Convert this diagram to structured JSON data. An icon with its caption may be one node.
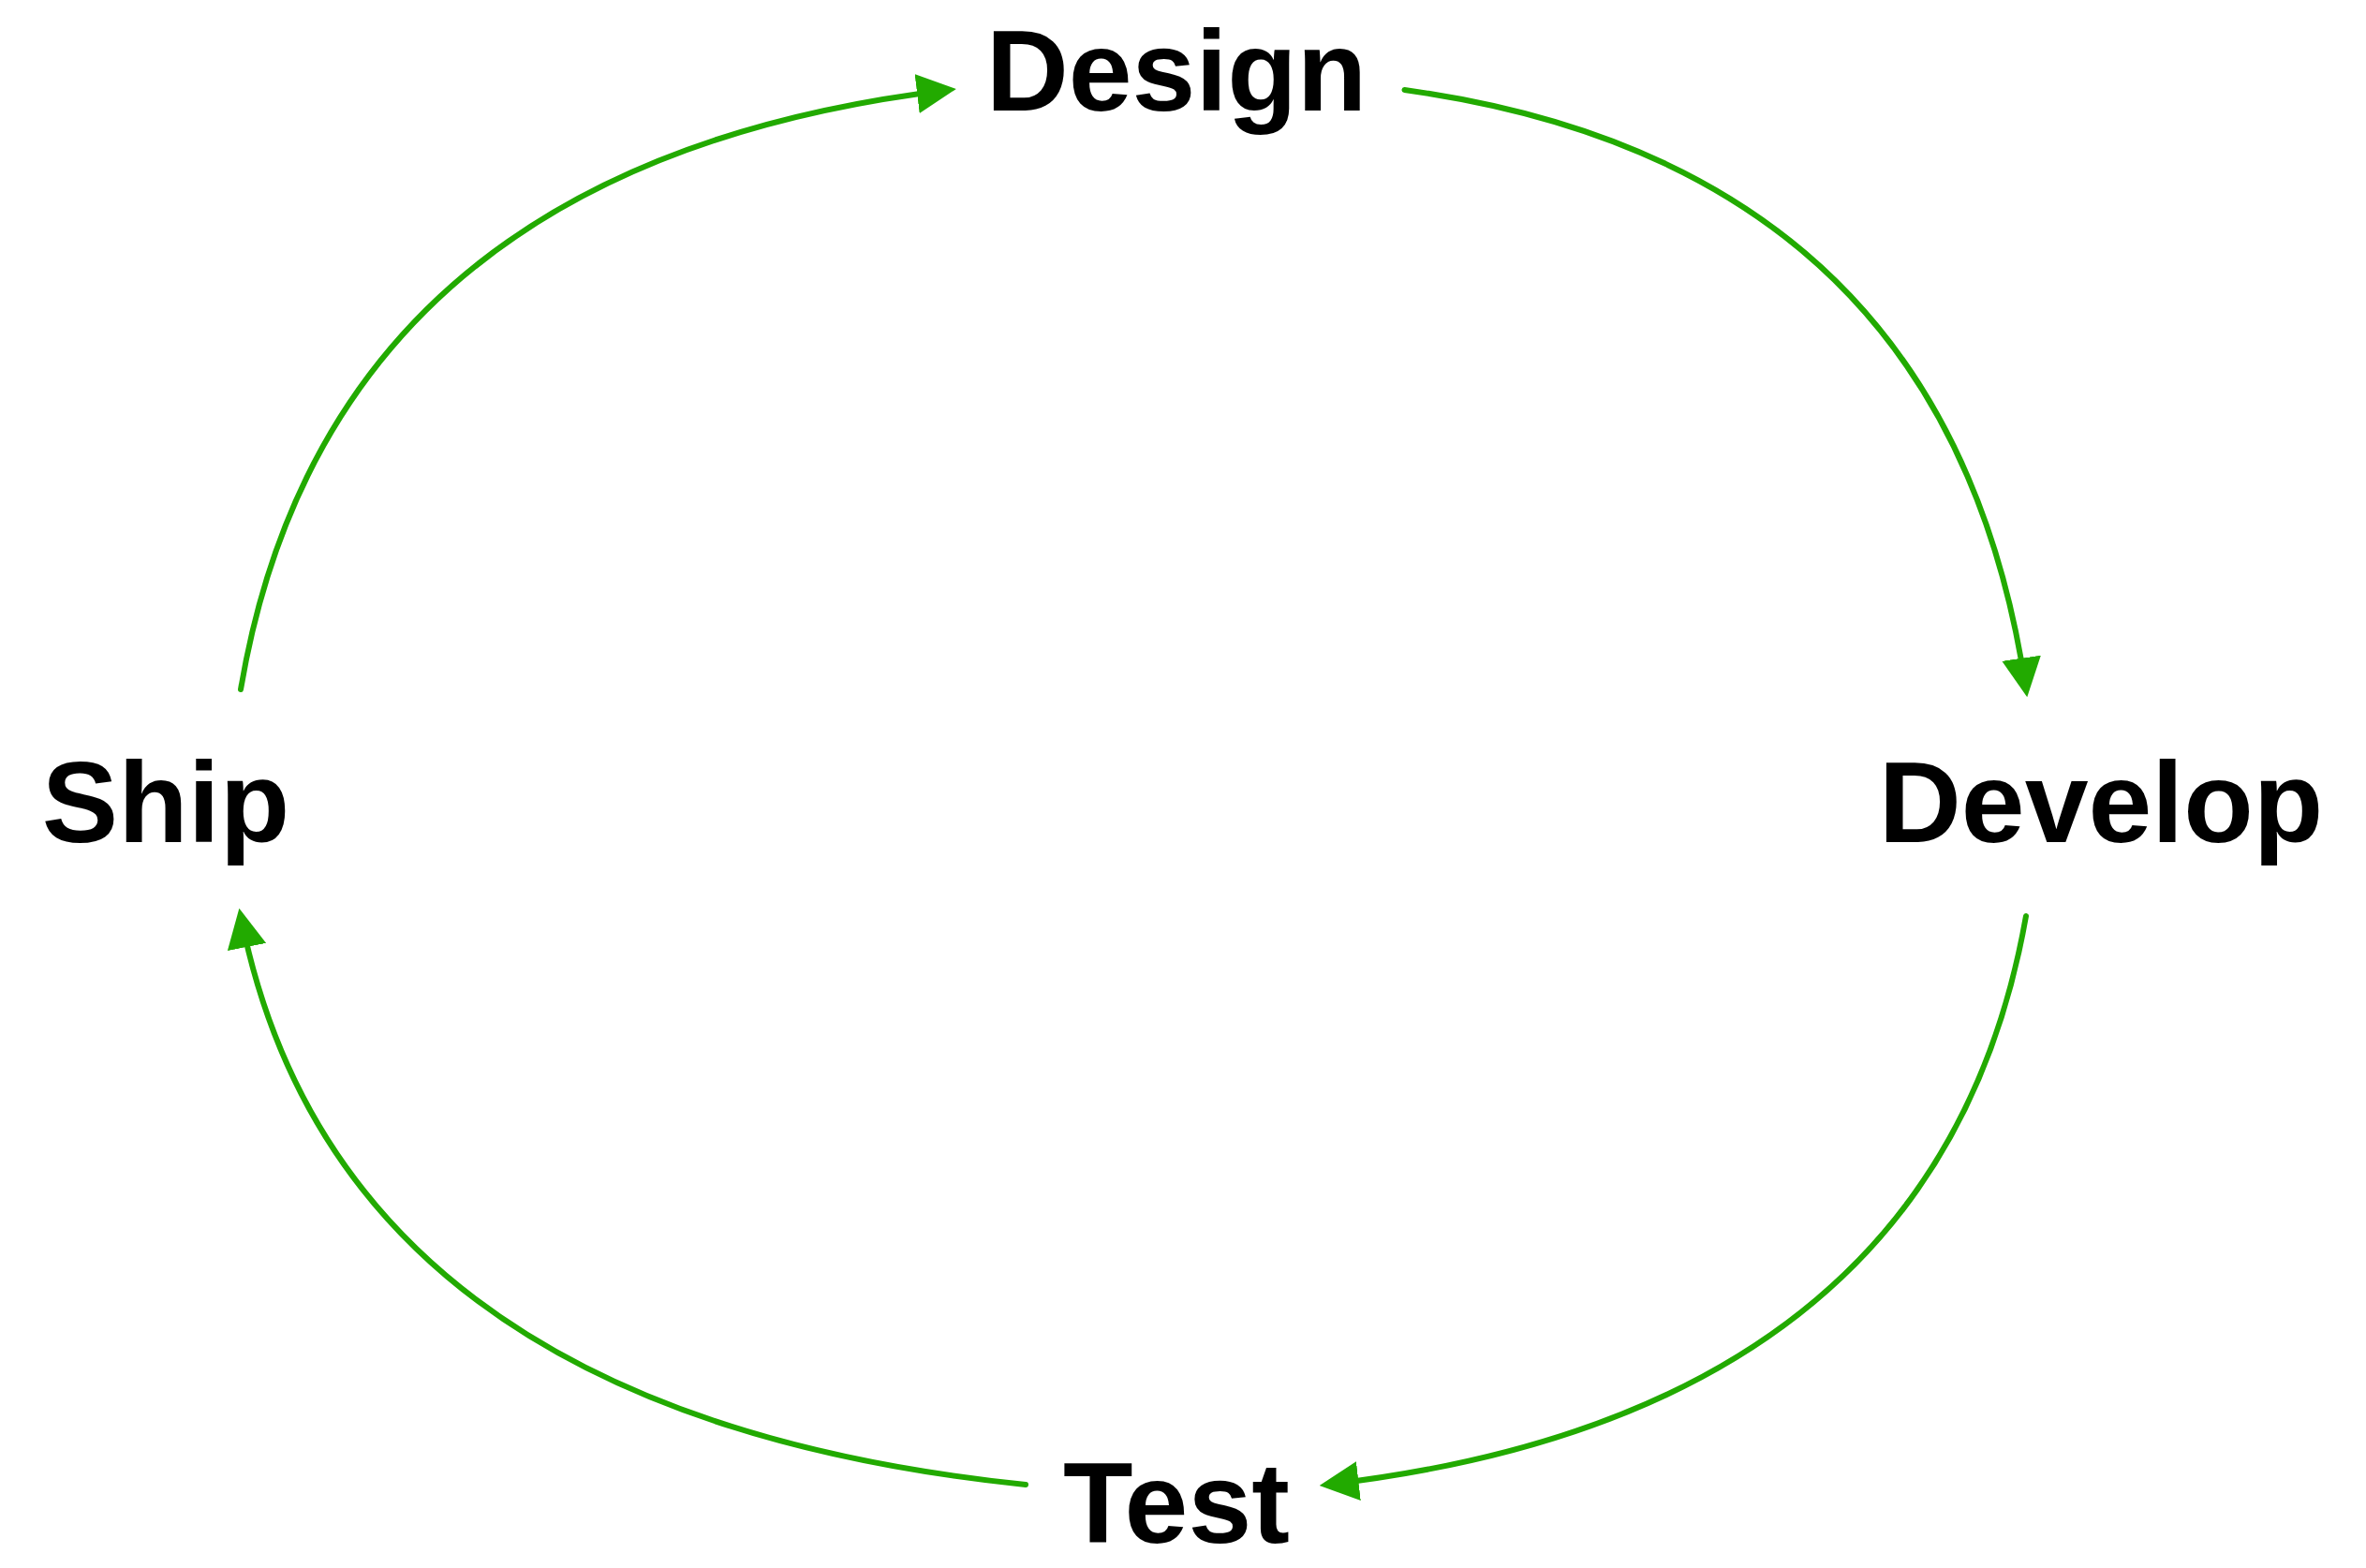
{
  "diagram": {
    "nodes": [
      {
        "text": [
          "Design"
        ]
      },
      {
        "text": [
          "Develop"
        ]
      },
      {
        "text": [
          "Test"
        ]
      },
      {
        "text": [
          "Ship"
        ]
      }
    ],
    "edges": [
      {
        "from": 0,
        "to": 1,
        "arrow": "to"
      },
      {
        "from": 1,
        "to": 2,
        "arrow": "to"
      },
      {
        "from": 2,
        "to": 3,
        "arrow": "to"
      },
      {
        "from": 3,
        "to": 0,
        "arrow": "to"
      }
    ]
  }
}
